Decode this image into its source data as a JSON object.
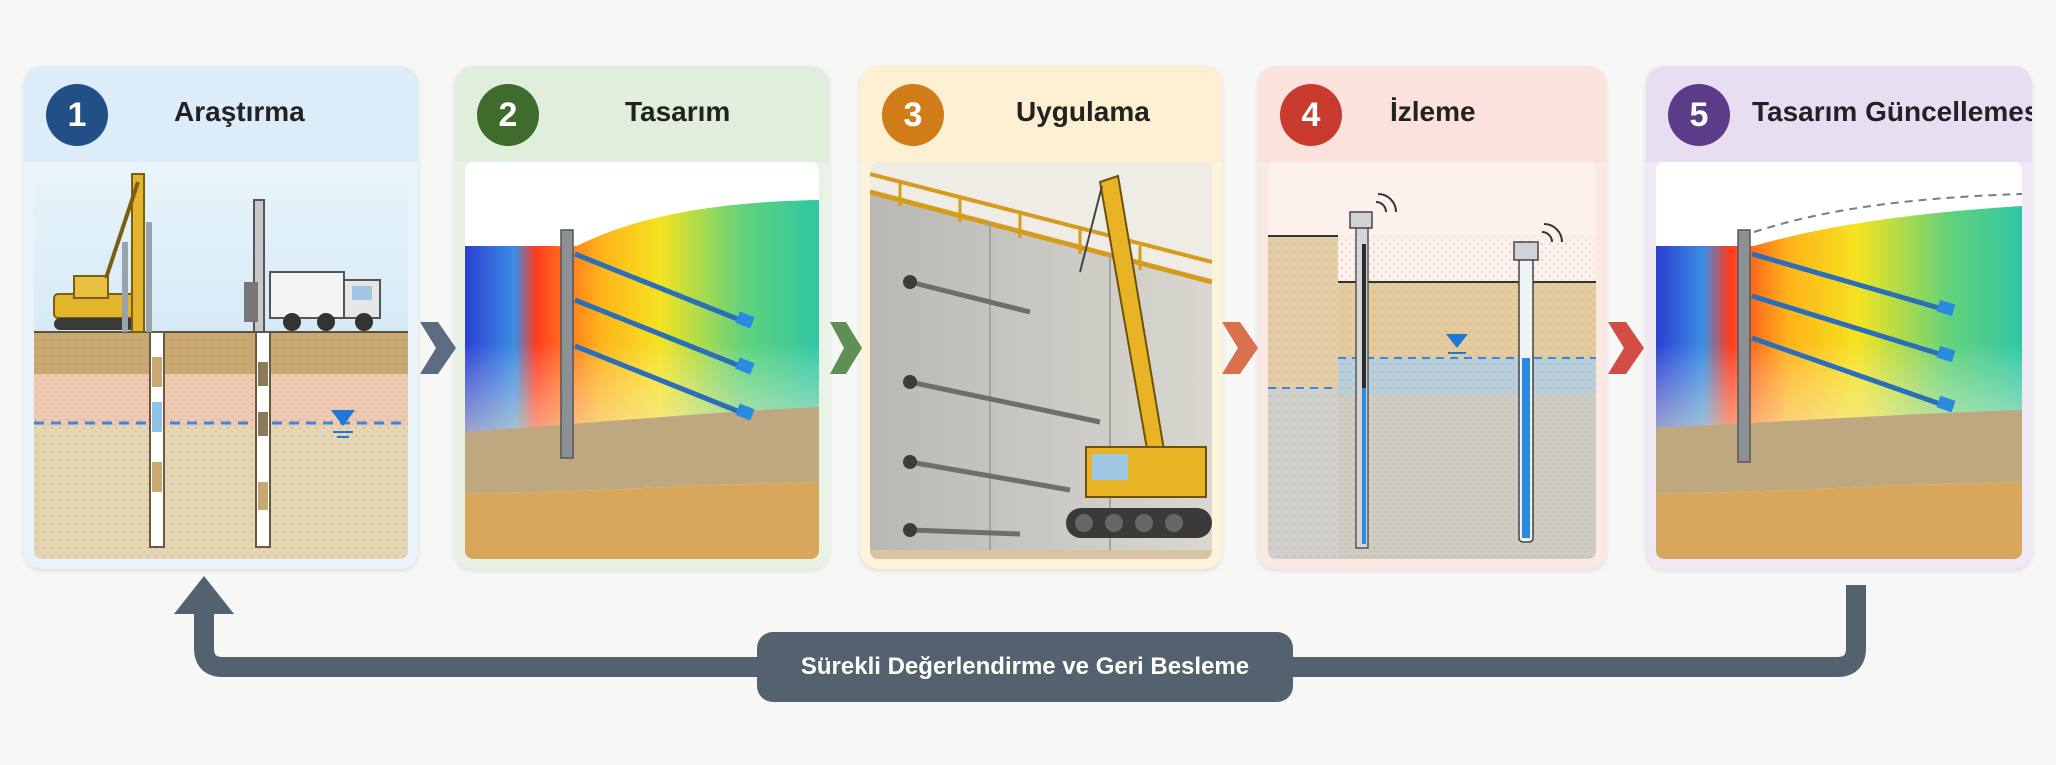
{
  "steps": [
    {
      "number": "1",
      "title": "Araştırma",
      "color": "#214f86",
      "bg": "#e2eef8"
    },
    {
      "number": "2",
      "title": "Tasarım",
      "color": "#3f6b2c",
      "bg": "#e4f1e0"
    },
    {
      "number": "3",
      "title": "Uygulama",
      "color": "#d07c18",
      "bg": "#fdf1d9"
    },
    {
      "number": "4",
      "title": "İzleme",
      "color": "#c8392e",
      "bg": "#fbe5e0"
    },
    {
      "number": "5",
      "title": "Tasarım Güncellemesi",
      "color": "#5b3c88",
      "bg": "#ece5f4"
    }
  ],
  "feedback": {
    "label": "Sürekli Değerlendirme ve Geri Besleme",
    "color": "#53626e"
  },
  "icons": [
    "drilling-rig-icon",
    "drill-truck-icon",
    "water-table-icon",
    "excavator-icon",
    "sensor-wireless-icon",
    "piezometer-icon"
  ]
}
